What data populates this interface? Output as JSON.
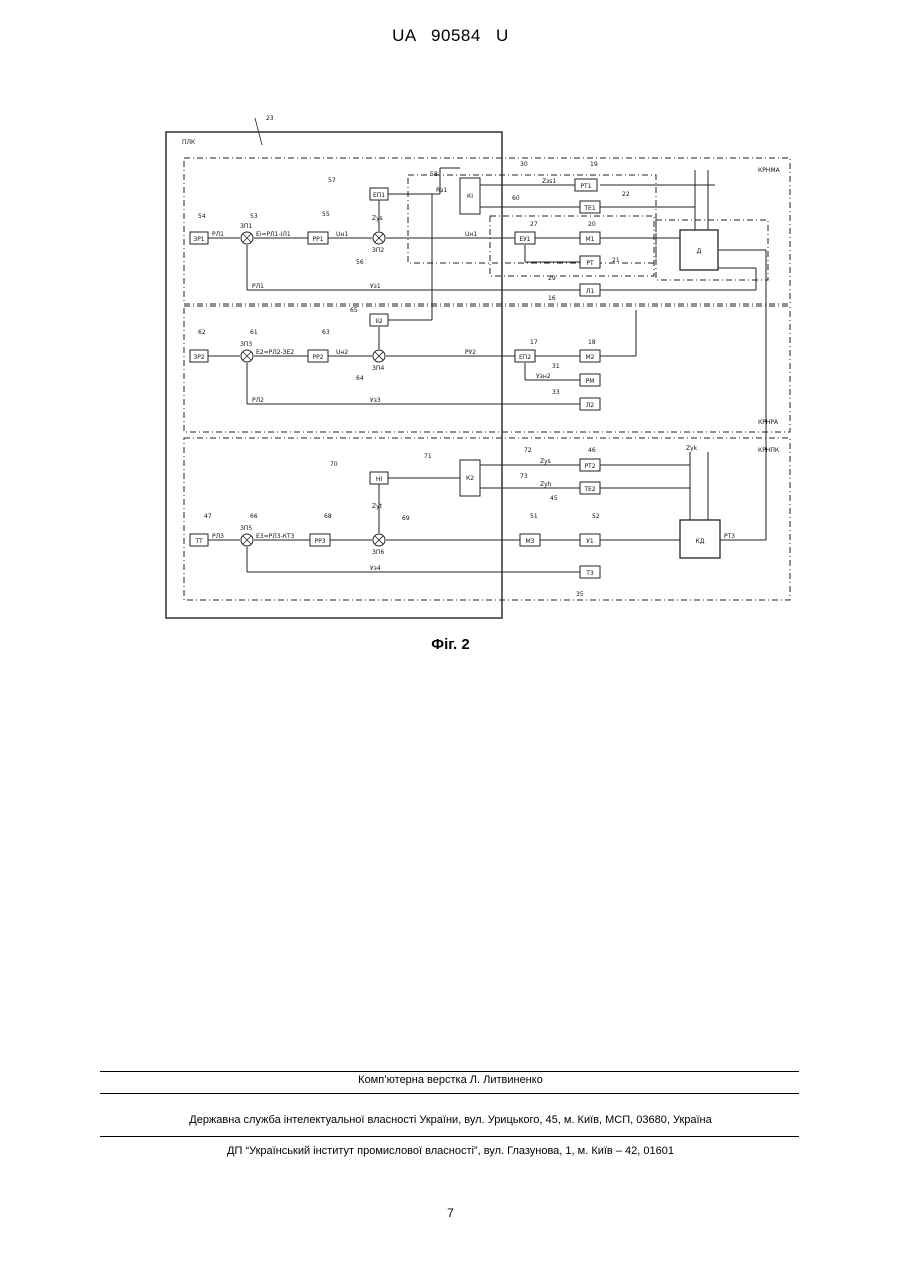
{
  "header": {
    "doc_number": "UA   90584   U"
  },
  "figure": {
    "caption": "Фіг. 2",
    "region_labels": {
      "outer": "ПЛК",
      "section_1": "КРНМА",
      "section_2": "КРНРА",
      "section_3": "КРНПК"
    },
    "blocks": {
      "zp1": "ЗР1",
      "rr1": "РР1",
      "ei1": "ЕП1",
      "ki": "КІ",
      "pt1": "РТ1",
      "pc1": "ТЕ1",
      "eu1": "ЕУ1",
      "m1": "М1",
      "pt4": "РТ",
      "d": "Д",
      "l1": "Л1",
      "ii2": "ІІ2",
      "zp2": "ЗР2",
      "rr2": "РР2",
      "pt2": "ЕП2",
      "m2": "М2",
      "pm3": "РМ",
      "l2": "Л2",
      "n1": "НІ",
      "k2": "К2",
      "pt5": "РТ2",
      "te2": "ТЕ2",
      "tt": "ТТ",
      "rr3": "РР3",
      "m3": "М3",
      "u1": "У1",
      "kd": "КД",
      "t3": "Т3"
    },
    "ref_numbers": [
      "23",
      "57",
      "54",
      "53",
      "55",
      "56",
      "58",
      "30",
      "60",
      "19",
      "22",
      "27",
      "20",
      "21",
      "29",
      "16",
      "65",
      "62",
      "61",
      "63",
      "64",
      "17",
      "18",
      "31",
      "33",
      "70",
      "71",
      "72",
      "73",
      "46",
      "45",
      "47",
      "66",
      "68",
      "69",
      "51",
      "52",
      "35"
    ],
    "signals": [
      "РЛ1",
      "Uн1",
      "Zуs",
      "Zзs1",
      "Uн1",
      "Rз1",
      "РЛ1",
      "Уз1",
      "РЛ2",
      "Uн2",
      "РУ2",
      "Узн2",
      "Уз3",
      "Zуt",
      "Zуs",
      "Zуh",
      "РЛ3",
      "Уз4",
      "РТ3",
      "Zуk"
    ],
    "equations": {
      "eq1": "Ei=РЛ1-ІЛ1",
      "eq2": "Е2=РЛ2-ЗЕ2",
      "eq3": "Е3=РЛ3-КТ3"
    },
    "node_labels": {
      "n1": "ЗП1",
      "n2": "ЗП2",
      "n3": "ЗП3",
      "n4": "ЗП4",
      "n5": "ЗП5",
      "n6": "ЗП6"
    }
  },
  "footer": {
    "layout_credit": "Комп’ютерна верстка Л. Литвиненко",
    "publisher_line": "Державна служба інтелектуальної власності України, вул. Урицького, 45, м. Київ, МСП, 03680, Україна",
    "institute_line": "ДП “Український інститут промислової власності”, вул. Глазунова, 1, м. Київ – 42, 01601"
  },
  "page_number": "7"
}
